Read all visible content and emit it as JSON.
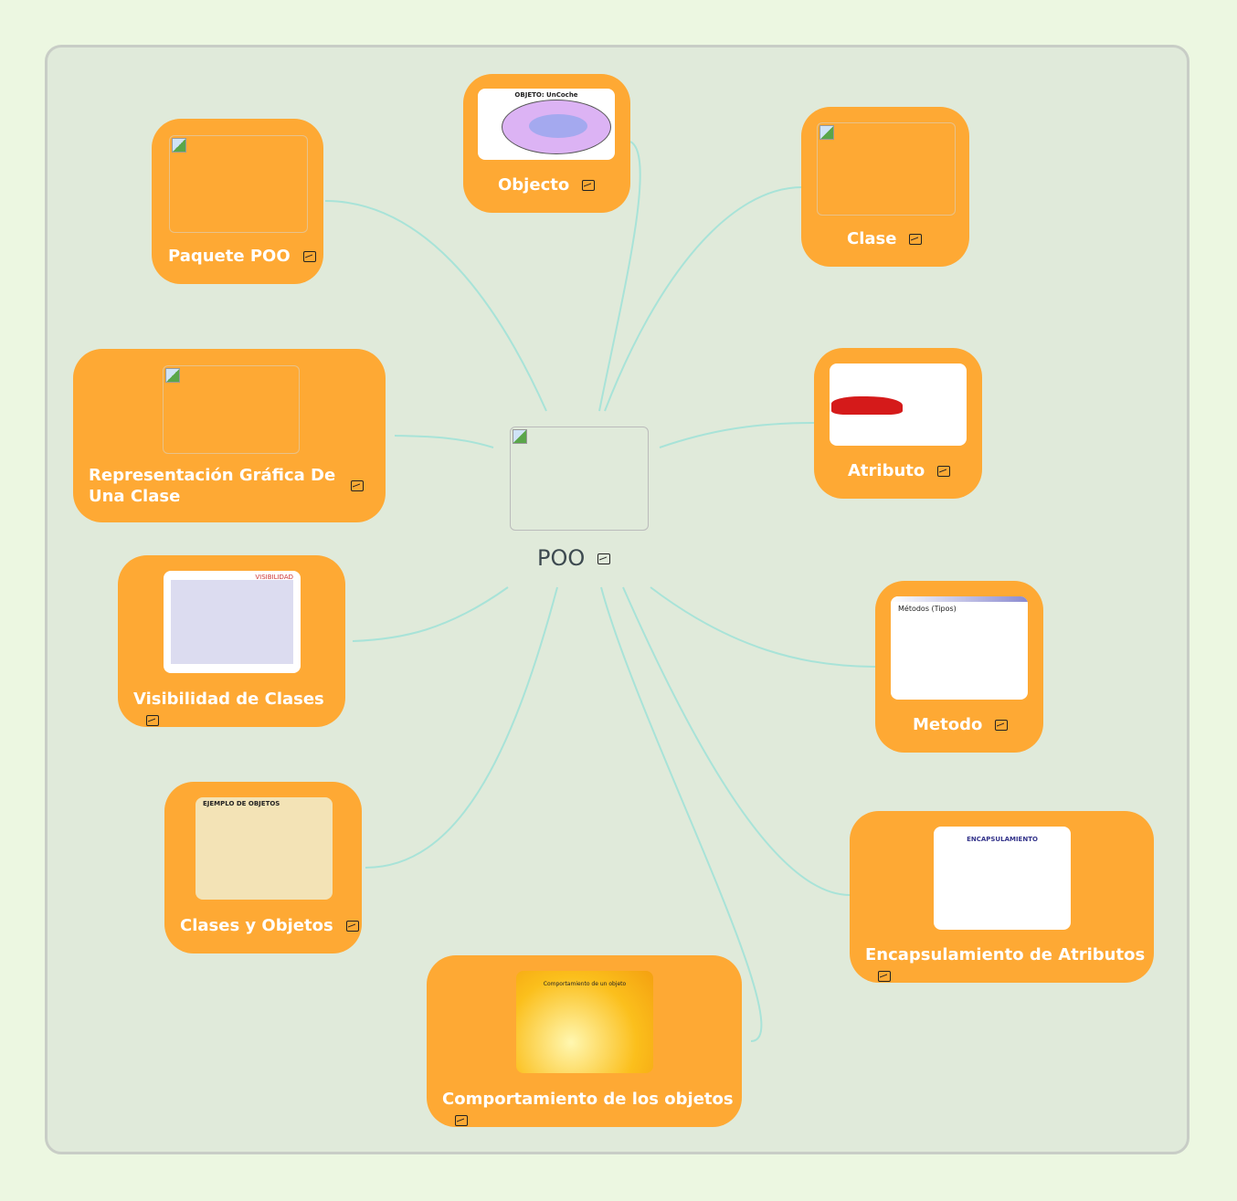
{
  "central": {
    "label": "POO"
  },
  "nodes": [
    {
      "label": "Objecto",
      "image_text": "OBJETO: UnCoche"
    },
    {
      "label": "Paquete POO"
    },
    {
      "label": "Clase"
    },
    {
      "label": "Representación Gráfica De Una Clase"
    },
    {
      "label": "Atributo"
    },
    {
      "label": "Visibilidad de Clases",
      "image_text": "VISIBILIDAD"
    },
    {
      "label": "Metodo",
      "image_text": "Métodos (Tipos)"
    },
    {
      "label": "Clases y Objetos",
      "image_text": "EJEMPLO DE OBJETOS"
    },
    {
      "label": "Encapsulamiento de Atributos",
      "image_text": "ENCAPSULAMIENTO"
    },
    {
      "label": "Comportamiento de los objetos",
      "image_text": "Comportamiento de un objeto"
    }
  ],
  "colors": {
    "node": "#fea934",
    "connector": "#a8e3d8",
    "background": "#e0eada"
  },
  "icons": {
    "node_attachment": "image-icon"
  }
}
